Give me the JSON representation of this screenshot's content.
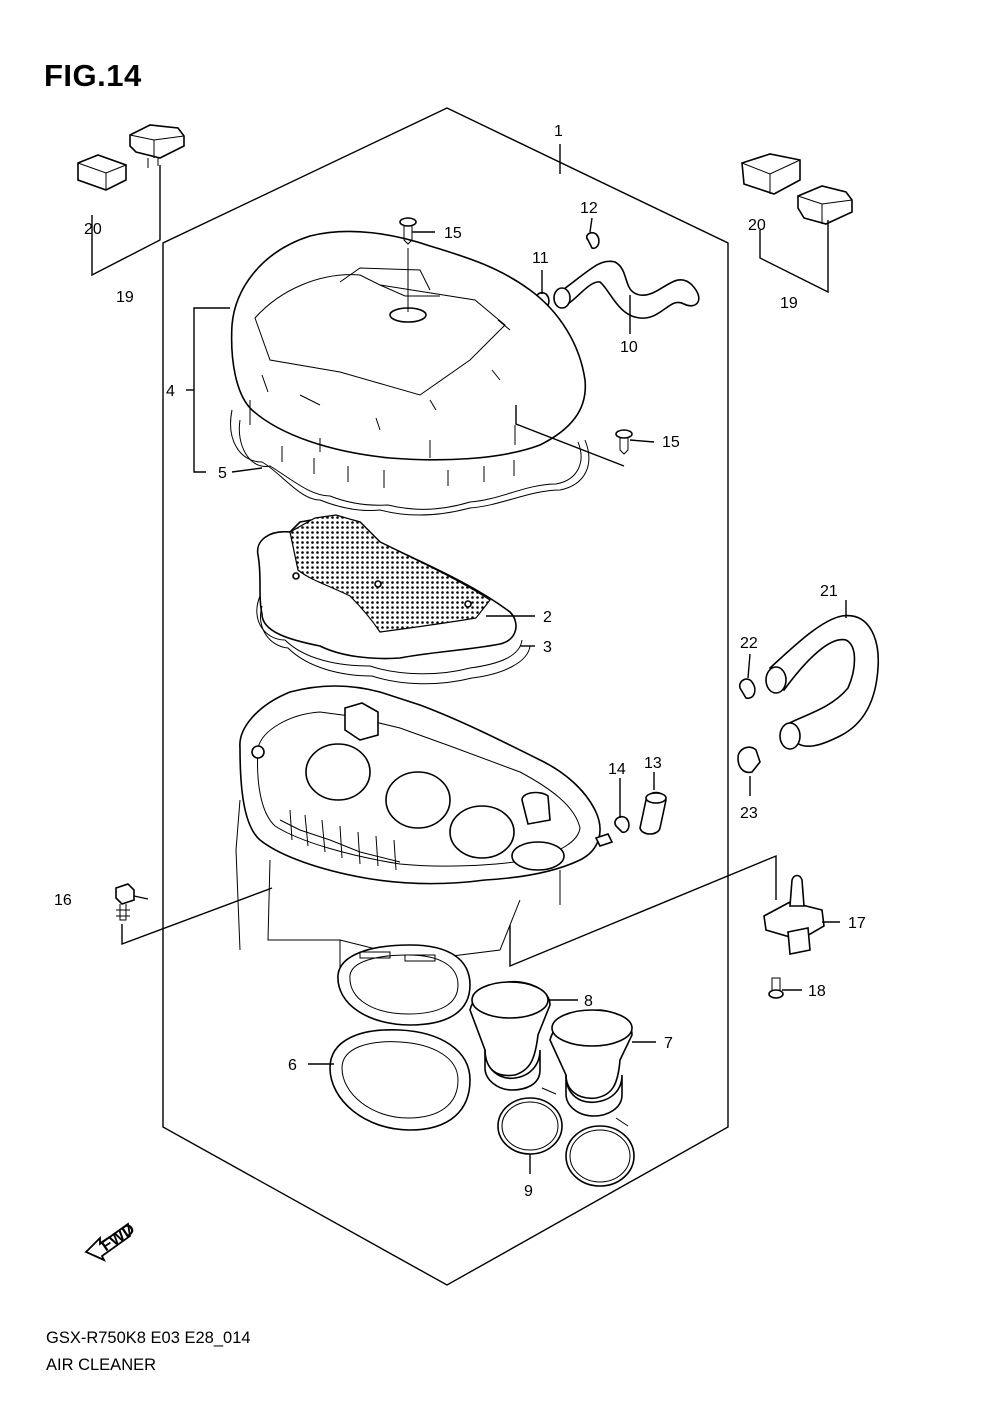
{
  "figure": {
    "title": "FIG.14",
    "code": "GSX-R750K8 E03 E28_014",
    "name": "AIR CLEANER",
    "fwd_label": "FWD"
  },
  "callouts": [
    {
      "id": "1",
      "label": "1"
    },
    {
      "id": "2",
      "label": "2"
    },
    {
      "id": "3",
      "label": "3"
    },
    {
      "id": "4",
      "label": "4"
    },
    {
      "id": "5",
      "label": "5"
    },
    {
      "id": "6",
      "label": "6"
    },
    {
      "id": "7",
      "label": "7"
    },
    {
      "id": "8",
      "label": "8"
    },
    {
      "id": "9",
      "label": "9"
    },
    {
      "id": "10",
      "label": "10"
    },
    {
      "id": "11",
      "label": "11"
    },
    {
      "id": "12",
      "label": "12"
    },
    {
      "id": "13",
      "label": "13"
    },
    {
      "id": "14",
      "label": "14"
    },
    {
      "id": "15a",
      "label": "15"
    },
    {
      "id": "15b",
      "label": "15"
    },
    {
      "id": "16",
      "label": "16"
    },
    {
      "id": "17",
      "label": "17"
    },
    {
      "id": "18",
      "label": "18"
    },
    {
      "id": "19a",
      "label": "19"
    },
    {
      "id": "19b",
      "label": "19"
    },
    {
      "id": "20a",
      "label": "20"
    },
    {
      "id": "20b",
      "label": "20"
    },
    {
      "id": "21",
      "label": "21"
    },
    {
      "id": "22",
      "label": "22"
    },
    {
      "id": "23",
      "label": "23"
    }
  ]
}
